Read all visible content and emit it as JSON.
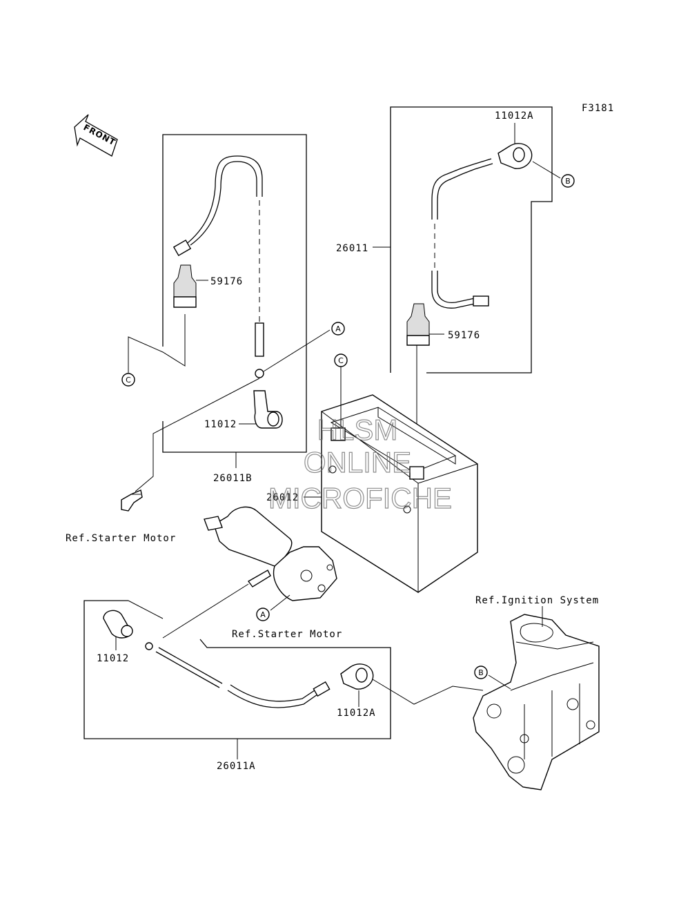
{
  "figure_code": "F3181",
  "front_label": "FRONT",
  "watermark": [
    "HLSM",
    "ONLINE",
    "MICROFICHE"
  ],
  "parts": {
    "p26011": "26011",
    "p26011A": "26011A",
    "p26011B": "26011B",
    "p26012": "26012",
    "p11012_left": "11012",
    "p11012_mid": "11012",
    "p11012A_top": "11012A",
    "p11012A_bottom": "11012A",
    "p59176_left": "59176",
    "p59176_right": "59176"
  },
  "refs": {
    "starter_motor_1": "Ref.Starter Motor",
    "starter_motor_2": "Ref.Starter Motor",
    "ignition_system": "Ref.Ignition System"
  },
  "callouts": {
    "A_top": "A",
    "A_bottom": "A",
    "B_top": "B",
    "B_bottom": "B",
    "C_left": "C",
    "C_right": "C"
  }
}
